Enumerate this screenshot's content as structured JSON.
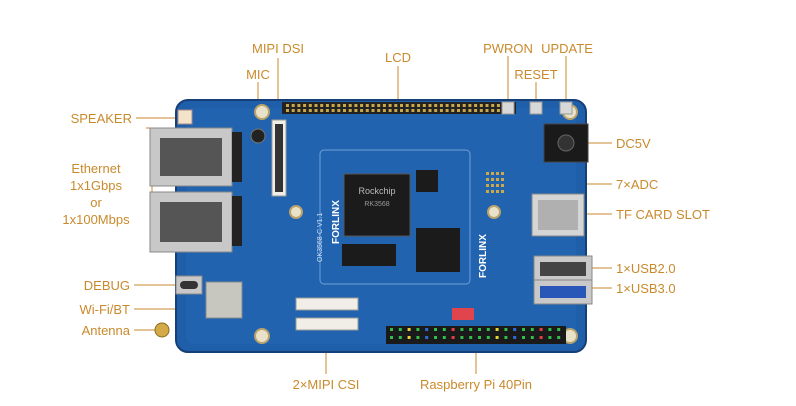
{
  "labels": {
    "mipi_dsi": "MIPI DSI",
    "mic": "MIC",
    "lcd": "LCD",
    "pwron": "PWRON",
    "update": "UPDATE",
    "reset": "RESET",
    "speaker": "SPEAKER",
    "ethernet_line1": "Ethernet",
    "ethernet_line2": "1x1Gbps",
    "ethernet_line3": "or",
    "ethernet_line4": "1x100Mbps",
    "dc5v": "DC5V",
    "adc": "7×ADC",
    "tf_card": "TF CARD SLOT",
    "usb2": "1×USB2.0",
    "usb3": "1×USB3.0",
    "debug": "DEBUG",
    "wifi_bt": "Wi-Fi/BT",
    "antenna": "Antenna",
    "mipi_csi": "2×MIPI CSI",
    "rpi_40pin": "Raspberry Pi 40Pin"
  },
  "board_text": {
    "brand_vertical": "FORLINX",
    "brand_horizontal": "FORLINX",
    "soc_brand": "Rockchip",
    "soc_model": "RK3568",
    "model_id": "OK3568-C V1.1"
  },
  "colors": {
    "callout": "#c98a2c",
    "pcb": "#1f5ea8",
    "pcb_dark": "#163f78",
    "chip": "#1b1b1b"
  }
}
